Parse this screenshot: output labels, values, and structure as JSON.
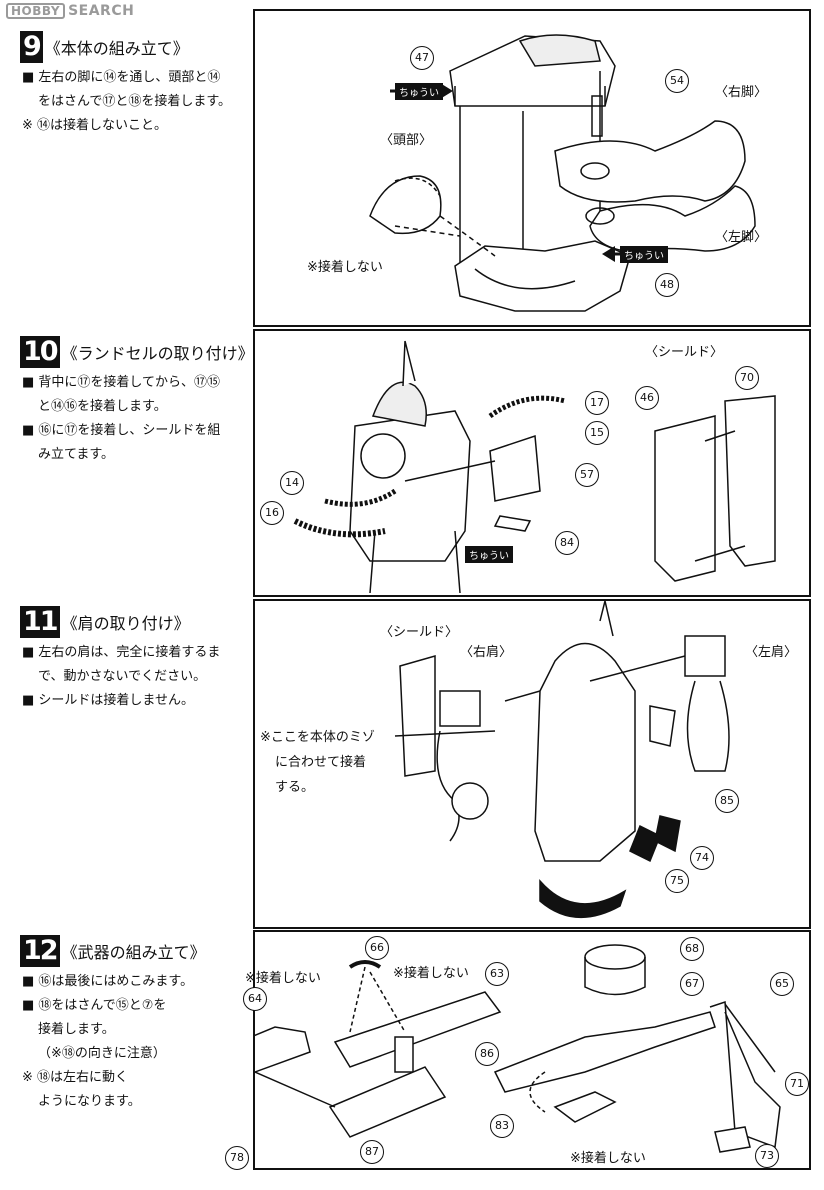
{
  "watermark": {
    "badge": "HOBBY",
    "text": "SEARCH"
  },
  "steps": [
    {
      "number": "9",
      "title": "《本体の組み立て》",
      "lines": [
        "■ 左右の脚に⑭を通し、頭部と⑭",
        "をはさんで⑰と⑱を接着します。",
        "※ ⑭は接着しないこと。"
      ],
      "callouts": {
        "part_top": "47",
        "part_pin": "54",
        "part_bottom": "48",
        "right_leg": "〈右脚〉",
        "left_leg": "〈左脚〉",
        "head": "〈頭部〉",
        "no_glue": "※接着しない",
        "caution_1": "ちゅうい",
        "caution_2": "ちゅうい"
      }
    },
    {
      "number": "10",
      "title": "《ランドセルの取り付け》",
      "lines": [
        "■ 背中に⑰を接着してから、⑰⑮",
        "と⑭⑯を接着します。",
        "■ ⑯に⑰を接着し、シールドを組",
        "み立てます。"
      ],
      "callouts": {
        "shield": "〈シールド〉",
        "p46": "46",
        "p70": "70",
        "p17": "17",
        "p15": "15",
        "p57": "57",
        "p14": "14",
        "p16": "16",
        "p84": "84",
        "caution": "ちゅうい"
      }
    },
    {
      "number": "11",
      "title": "《肩の取り付け》",
      "lines": [
        "■ 左右の肩は、完全に接着するま",
        "で、動かさないでください。",
        "■ シールドは接着しません。"
      ],
      "callouts": {
        "shield": "〈シールド〉",
        "right_shoulder": "〈右肩〉",
        "left_shoulder": "〈左肩〉",
        "note1": "※ここを本体のミゾ",
        "note2": "に合わせて接着",
        "note3": "する。",
        "p85": "85",
        "p74": "74",
        "p75": "75"
      }
    },
    {
      "number": "12",
      "title": "《武器の組み立て》",
      "lines": [
        "■ ⑯は最後にはめこみます。",
        "■ ⑱をはさんで⑮と⑦を",
        "接着します。",
        "（※⑱の向きに注意）",
        "※ ⑱は左右に動く",
        "ようになります。"
      ],
      "callouts": {
        "no_glue_1": "※接着しない",
        "no_glue_2": "※接着しない",
        "no_glue_3": "※接着しない",
        "p66": "66",
        "p63": "63",
        "p64": "64",
        "p86": "86",
        "p78": "78",
        "p87": "87",
        "p68": "68",
        "p67": "67",
        "p65": "65",
        "p71": "71",
        "p83": "83",
        "p73": "73"
      }
    }
  ]
}
